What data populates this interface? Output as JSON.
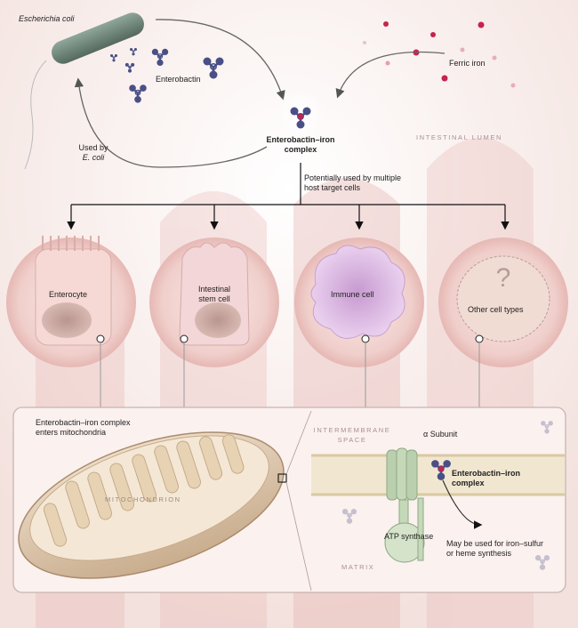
{
  "labels": {
    "ecoli": "Escherichia coli",
    "enterobactin": "Enterobactin",
    "ferric_iron": "Ferric iron",
    "complex_line1": "Enterobactin–iron",
    "complex_line2": "complex",
    "used_by_line1": "Used by",
    "used_by_line2": "E. coli",
    "intestinal_lumen": "INTESTINAL LUMEN",
    "potentially_line1": "Potentially used by multiple",
    "potentially_line2": "host target cells"
  },
  "cells": [
    {
      "line1": "Enterocyte",
      "line2": ""
    },
    {
      "line1": "Intestinal",
      "line2": "stem cell"
    },
    {
      "line1": "Immune cell",
      "line2": ""
    },
    {
      "line1": "Other cell types",
      "line2": "",
      "symbol": "?"
    }
  ],
  "mito_panel": {
    "enters_line1": "Enterobactin–iron complex",
    "enters_line2": "enters mitochondria",
    "mitochondrion": "MITOCHONDRION",
    "intermembrane_line1": "INTERMEMBRANE",
    "intermembrane_line2": "SPACE",
    "matrix": "MATRIX",
    "alpha_subunit": "α Subunit",
    "complex_line1": "Enterobactin–iron",
    "complex_line2": "complex",
    "atp_synthase": "ATP synthase",
    "iron_line1": "May be used for iron–sulfur",
    "iron_line2": "or heme synthesis"
  },
  "colors": {
    "background": "#fbf4f1",
    "enterobactin": "#4a4f86",
    "iron": "#c7234d",
    "bacterium": "#6e857a",
    "membrane": "#e3d8b7",
    "atp_synthase": "#b9cfae"
  }
}
